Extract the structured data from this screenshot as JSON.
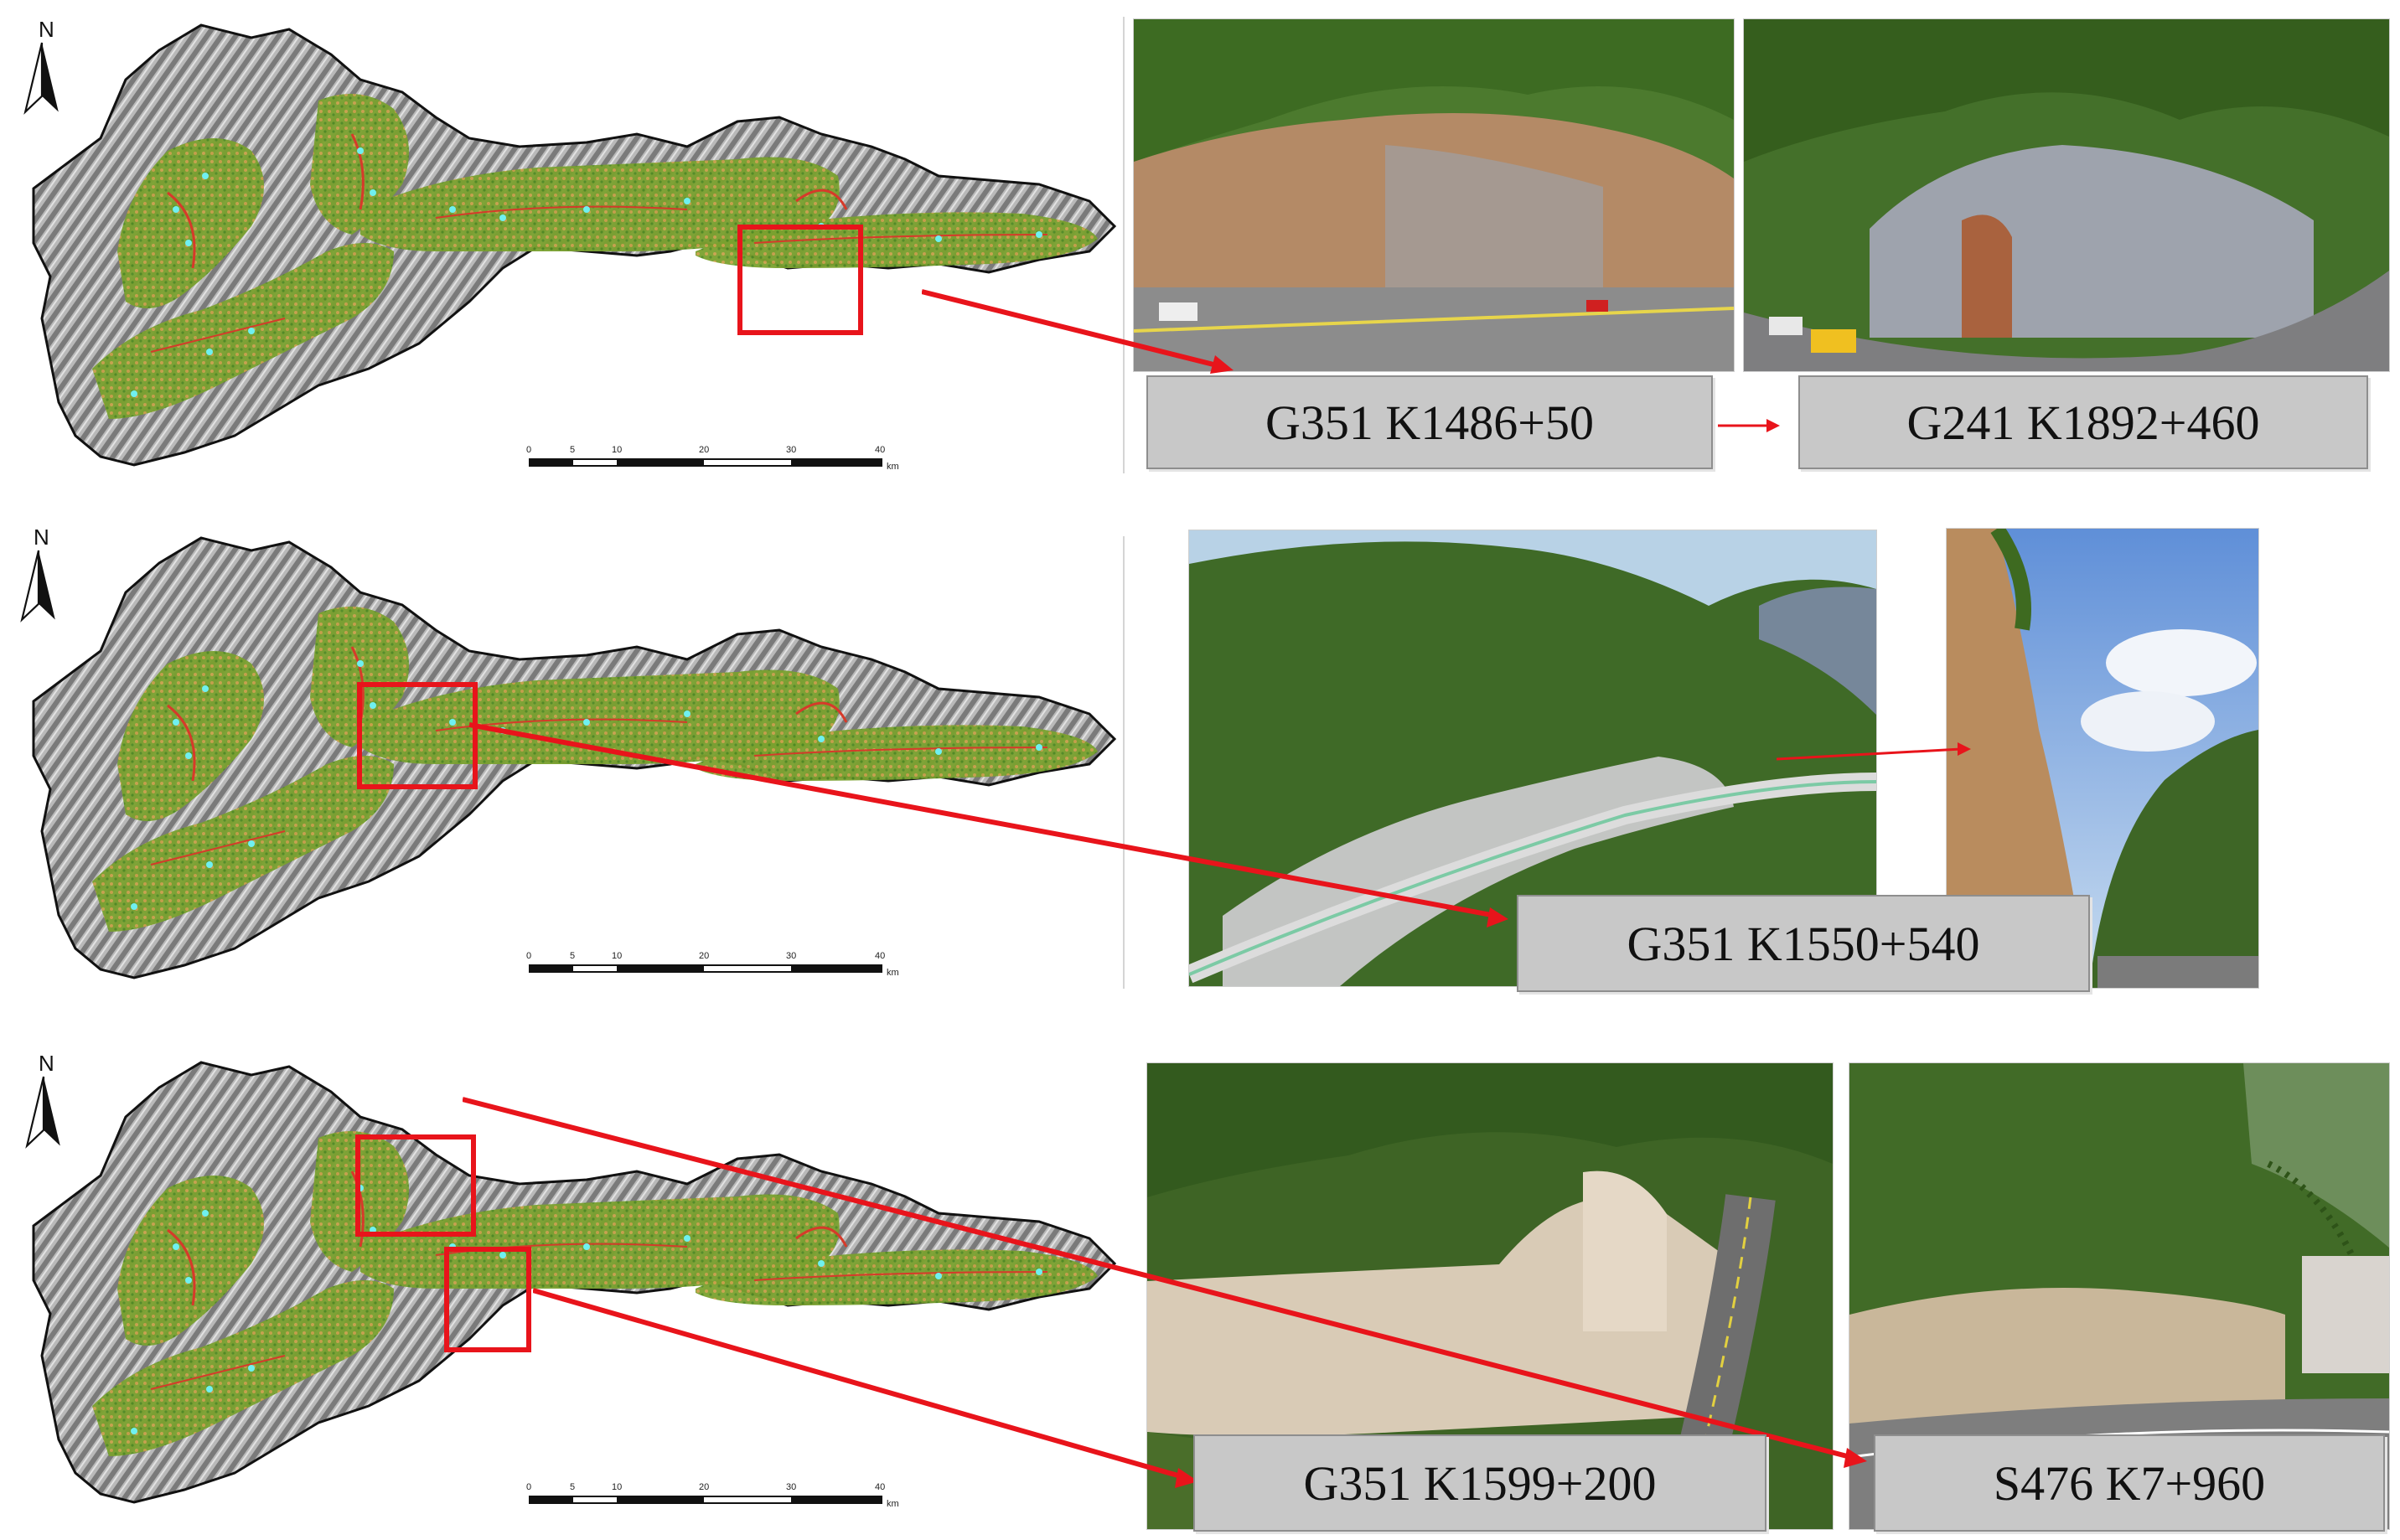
{
  "panels": [
    {
      "north": "N",
      "scale": {
        "ticks": [
          "0",
          "5",
          "10",
          "20",
          "30",
          "40"
        ],
        "unit": "km"
      },
      "photos": [
        {
          "label": "G351 K1486+50"
        },
        {
          "label": "G241 K1892+460"
        }
      ]
    },
    {
      "north": "N",
      "scale": {
        "ticks": [
          "0",
          "5",
          "10",
          "20",
          "30",
          "40"
        ],
        "unit": "km"
      },
      "photos": [
        {
          "label": "G351 K1550+540"
        }
      ]
    },
    {
      "north": "N",
      "scale": {
        "ticks": [
          "0",
          "5",
          "10",
          "20",
          "30",
          "40"
        ],
        "unit": "km"
      },
      "photos": [
        {
          "label": "G351 K1599+200"
        },
        {
          "label": "S476 K7+960"
        }
      ]
    }
  ],
  "colors": {
    "highlight_box": "#e8141b",
    "arrow": "#e8141b",
    "hillshade": "#9a9a9a",
    "vegetation": "#6f9a2c",
    "label_fill": "#c8c8c8"
  }
}
